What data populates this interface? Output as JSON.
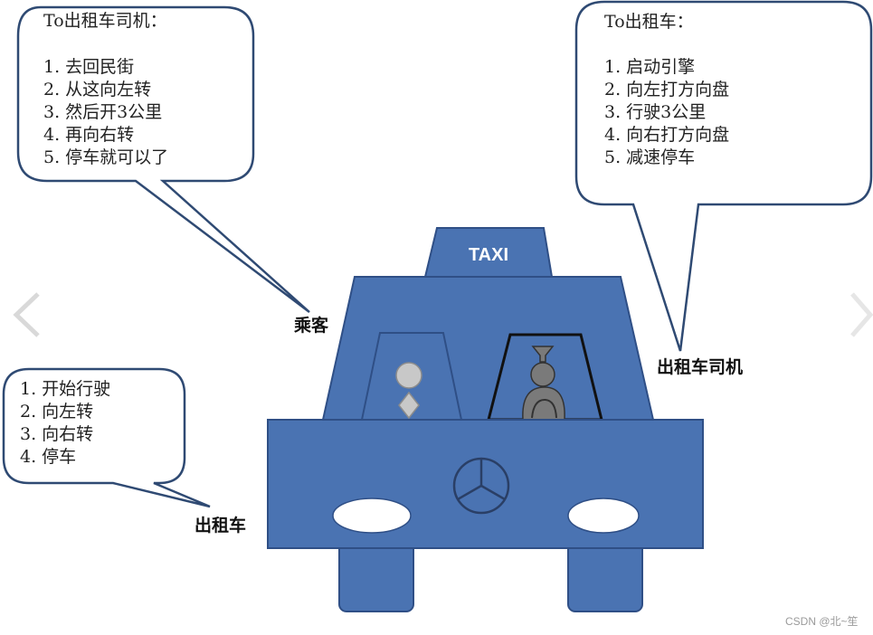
{
  "bubbles": {
    "passenger": {
      "title": "To出租车司机：",
      "items": [
        "1.  去回民街",
        "2.  从这向左转",
        "3.  然后开3公里",
        "4.  再向右转",
        "5.  停车就可以了"
      ]
    },
    "driver": {
      "title": "To出租车：",
      "items": [
        "1.  启动引擎",
        "2.  向左打方向盘",
        "3.  行驶3公里",
        "4.  向右打方向盘",
        "5.  减速停车"
      ]
    },
    "taxi": {
      "items": [
        "1.  开始行驶",
        "2.  向左转",
        "3.  向右转",
        "4.  停车"
      ]
    }
  },
  "labels": {
    "passenger": "乘客",
    "driver": "出租车司机",
    "taxi": "出租车"
  },
  "car": {
    "sign": "TAXI",
    "body_color": "#4a73b2",
    "outline_color": "#2f4f86"
  },
  "watermark": "CSDN @北~笙"
}
